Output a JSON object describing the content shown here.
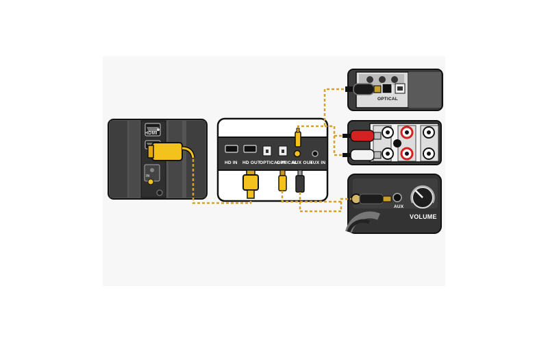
{
  "colors": {
    "panel_dark": "#3a3a3a",
    "panel_mid": "#555555",
    "panel_light": "#6a6a6a",
    "outline": "#111111",
    "cable_yellow": "#f4c21d",
    "dashed_line": "#d6a12a",
    "rca_red": "#d42222",
    "rca_white": "#f2f2f2",
    "receiver_face": "#f5f5f5",
    "knob": "#1e1e1e"
  },
  "tv": {
    "hdmi_label": "HDMI",
    "small_label": "IN"
  },
  "soundbar": {
    "ports": [
      {
        "label": "HD IN"
      },
      {
        "label": "HD  OUT"
      },
      {
        "label": "OPTICAL  IN"
      },
      {
        "label": "OPTICAL"
      },
      {
        "label": "AUX OUT"
      },
      {
        "label": "AUX IN"
      }
    ]
  },
  "optical_device": {
    "optical_label": "OPTICAL"
  },
  "speaker": {
    "aux_label": "AUX",
    "volume_label": "VOLUME"
  },
  "icons": [
    "hdmi-port-icon",
    "optical-port-icon",
    "aux-jack-icon",
    "rca-jack-icon",
    "volume-knob-icon"
  ]
}
